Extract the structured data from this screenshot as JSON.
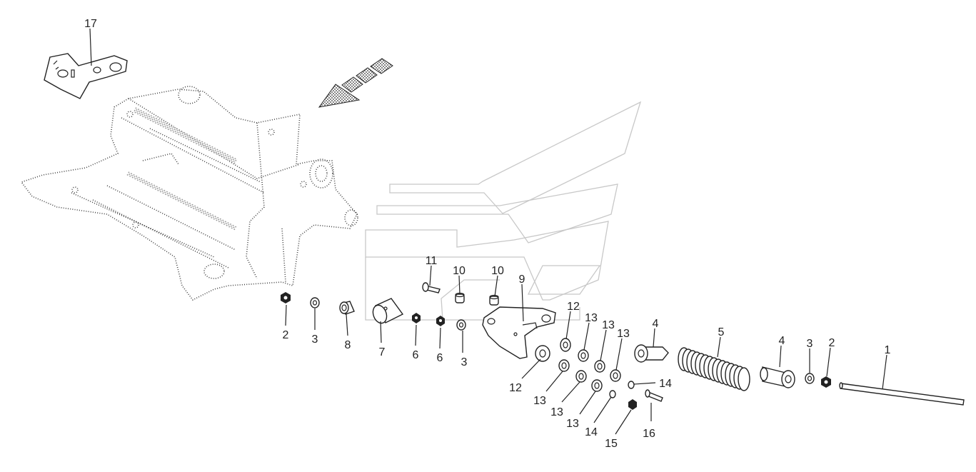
{
  "diagram": {
    "callouts": [
      {
        "id": "c17a",
        "text": "17"
      },
      {
        "id": "c11",
        "text": "11"
      },
      {
        "id": "c10a",
        "text": "10"
      },
      {
        "id": "c10b",
        "text": "10"
      },
      {
        "id": "c9",
        "text": "9"
      },
      {
        "id": "c12a",
        "text": "12"
      },
      {
        "id": "c13a",
        "text": "13"
      },
      {
        "id": "c13b",
        "text": "13"
      },
      {
        "id": "c13c",
        "text": "13"
      },
      {
        "id": "c4a",
        "text": "4"
      },
      {
        "id": "c5",
        "text": "5"
      },
      {
        "id": "c4b",
        "text": "4"
      },
      {
        "id": "c3a",
        "text": "3"
      },
      {
        "id": "c2a",
        "text": "2"
      },
      {
        "id": "c1",
        "text": "1"
      },
      {
        "id": "c2b",
        "text": "2"
      },
      {
        "id": "c3b",
        "text": "3"
      },
      {
        "id": "c8",
        "text": "8"
      },
      {
        "id": "c7",
        "text": "7"
      },
      {
        "id": "c6a",
        "text": "6"
      },
      {
        "id": "c6b",
        "text": "6"
      },
      {
        "id": "c3c",
        "text": "3"
      },
      {
        "id": "c12b",
        "text": "12"
      },
      {
        "id": "c13d",
        "text": "13"
      },
      {
        "id": "c13e",
        "text": "13"
      },
      {
        "id": "c13f",
        "text": "13"
      },
      {
        "id": "c14a",
        "text": "14"
      },
      {
        "id": "c14b",
        "text": "14"
      },
      {
        "id": "c15",
        "text": "15"
      },
      {
        "id": "c16",
        "text": "16"
      }
    ]
  },
  "colors": {
    "line": "#222222",
    "watermark": "#c8c8c8",
    "frame_dots": "#444444"
  }
}
